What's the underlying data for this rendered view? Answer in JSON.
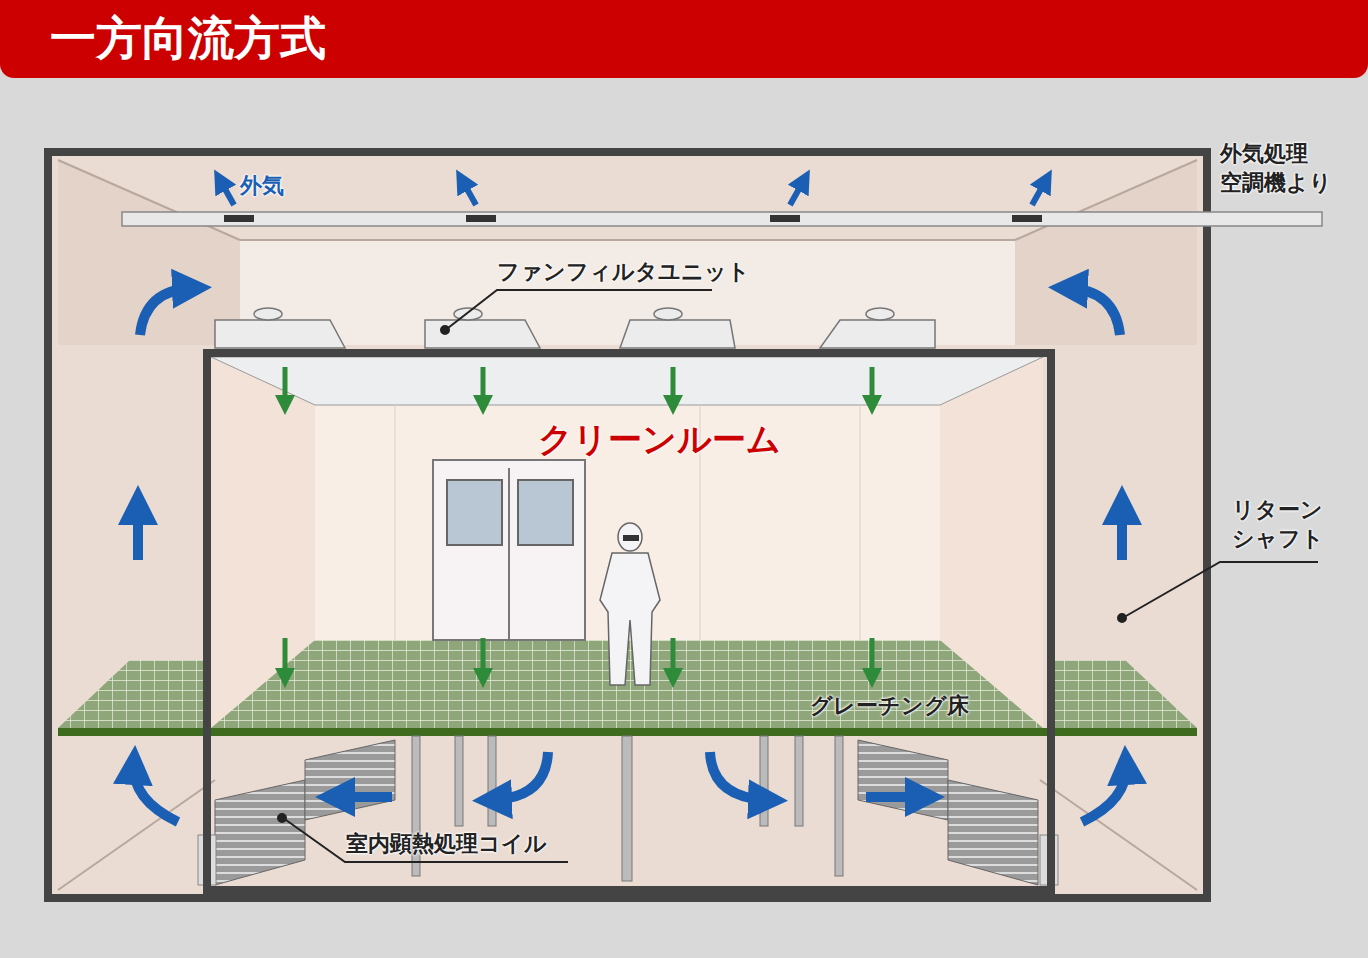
{
  "diagram": {
    "title": "一方向流方式",
    "nodes": [
      {
        "text": [
          "クリーンルーム"
        ]
      }
    ],
    "labels": [
      "外気",
      "外気処理 空調機より",
      "ファンフィルタユニット",
      "リターン シャフト",
      "グレーチング床",
      "室内顕熱処理コイル"
    ]
  }
}
